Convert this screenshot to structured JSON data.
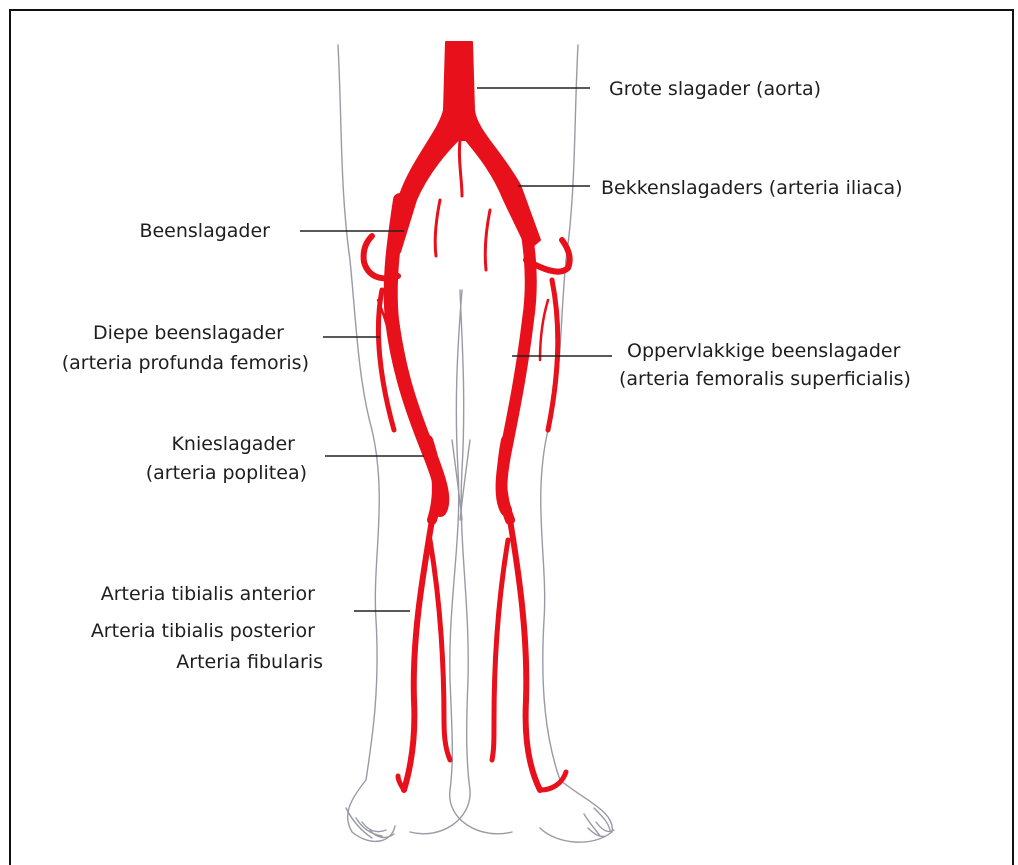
{
  "colors": {
    "artery": "#e8101a",
    "outline": "#9a9aa6",
    "label_text": "#1e1e1e",
    "leader_line": "#222222",
    "frame": "#111111"
  },
  "labels": {
    "aorta": "Grote slagader (aorta)",
    "iliaca": "Bekkenslagaders (arteria iliaca)",
    "beenslagader": "Beenslagader",
    "diepe_line1": "Diepe beenslagader",
    "diepe_line2": "(arteria profunda femoris)",
    "opp_line1": "Oppervlakkige beenslagader",
    "opp_line2": "(arteria femoralis superficialis)",
    "knie_line1": "Knieslagader",
    "knie_line2": "(arteria poplitea)",
    "tib_ant": "Arteria tibialis anterior",
    "tib_post": "Arteria tibialis posterior",
    "fibularis": "Arteria fibularis"
  }
}
